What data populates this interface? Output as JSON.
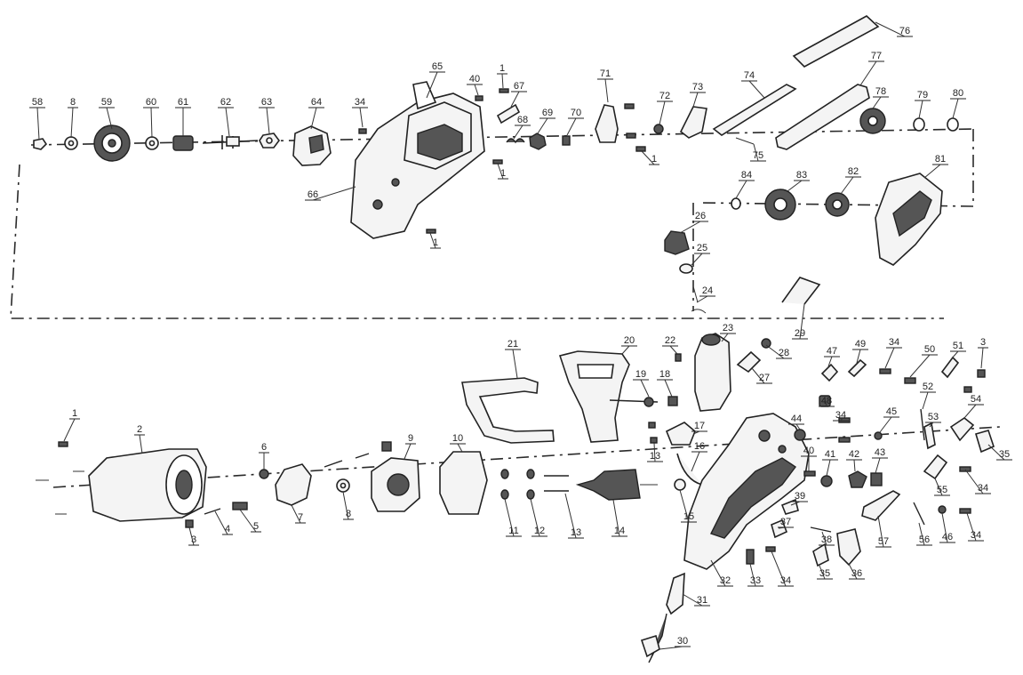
{
  "parts": [
    {
      "id": "p58",
      "label": "58"
    },
    {
      "id": "p8a",
      "label": "8"
    },
    {
      "id": "p59",
      "label": "59"
    },
    {
      "id": "p60",
      "label": "60"
    },
    {
      "id": "p61",
      "label": "61"
    },
    {
      "id": "p62",
      "label": "62"
    },
    {
      "id": "p63",
      "label": "63"
    },
    {
      "id": "p64",
      "label": "64"
    },
    {
      "id": "p34a",
      "label": "34"
    },
    {
      "id": "p65",
      "label": "65"
    },
    {
      "id": "p40",
      "label": "40"
    },
    {
      "id": "p1a",
      "label": "1"
    },
    {
      "id": "p67",
      "label": "67"
    },
    {
      "id": "p68",
      "label": "68"
    },
    {
      "id": "p69",
      "label": "69"
    },
    {
      "id": "p70",
      "label": "70"
    },
    {
      "id": "p71",
      "label": "71"
    },
    {
      "id": "p72",
      "label": "72"
    },
    {
      "id": "p73",
      "label": "73"
    },
    {
      "id": "p74",
      "label": "74"
    },
    {
      "id": "p75",
      "label": "75"
    },
    {
      "id": "p76",
      "label": "76"
    },
    {
      "id": "p77",
      "label": "77"
    },
    {
      "id": "p78",
      "label": "78"
    },
    {
      "id": "p79",
      "label": "79"
    },
    {
      "id": "p80",
      "label": "80"
    },
    {
      "id": "p1b",
      "label": "1"
    },
    {
      "id": "p1c",
      "label": "1"
    },
    {
      "id": "p66",
      "label": "66"
    },
    {
      "id": "p1d",
      "label": "1"
    },
    {
      "id": "p84",
      "label": "84"
    },
    {
      "id": "p83",
      "label": "83"
    },
    {
      "id": "p82",
      "label": "82"
    },
    {
      "id": "p81",
      "label": "81"
    },
    {
      "id": "p26",
      "label": "26"
    },
    {
      "id": "p25",
      "label": "25"
    },
    {
      "id": "p24",
      "label": "24"
    },
    {
      "id": "p29",
      "label": "29"
    },
    {
      "id": "p23",
      "label": "23"
    },
    {
      "id": "p22",
      "label": "22"
    },
    {
      "id": "p28",
      "label": "28"
    },
    {
      "id": "p27",
      "label": "27"
    },
    {
      "id": "p21",
      "label": "21"
    },
    {
      "id": "p20",
      "label": "20"
    },
    {
      "id": "p19",
      "label": "19"
    },
    {
      "id": "p18",
      "label": "18"
    },
    {
      "id": "p17",
      "label": "17"
    },
    {
      "id": "p16",
      "label": "16"
    },
    {
      "id": "p13",
      "label": "13"
    },
    {
      "id": "p47",
      "label": "47"
    },
    {
      "id": "p49",
      "label": "49"
    },
    {
      "id": "p34b",
      "label": "34"
    },
    {
      "id": "p50",
      "label": "50"
    },
    {
      "id": "p51",
      "label": "51"
    },
    {
      "id": "p3a",
      "label": "3"
    },
    {
      "id": "p52",
      "label": "52"
    },
    {
      "id": "p54",
      "label": "54"
    },
    {
      "id": "p48",
      "label": "48"
    },
    {
      "id": "p34c",
      "label": "34"
    },
    {
      "id": "p45",
      "label": "45"
    },
    {
      "id": "p53",
      "label": "53"
    },
    {
      "id": "p35a",
      "label": "35"
    },
    {
      "id": "p44",
      "label": "44"
    },
    {
      "id": "p40b",
      "label": "40"
    },
    {
      "id": "p41",
      "label": "41"
    },
    {
      "id": "p42",
      "label": "42"
    },
    {
      "id": "p43",
      "label": "43"
    },
    {
      "id": "p55",
      "label": "55"
    },
    {
      "id": "p34d",
      "label": "34"
    },
    {
      "id": "p1e",
      "label": "1"
    },
    {
      "id": "p2",
      "label": "2"
    },
    {
      "id": "p6",
      "label": "6"
    },
    {
      "id": "p9",
      "label": "9"
    },
    {
      "id": "p10",
      "label": "10"
    },
    {
      "id": "p3b",
      "label": "3"
    },
    {
      "id": "p4",
      "label": "4"
    },
    {
      "id": "p5",
      "label": "5"
    },
    {
      "id": "p7",
      "label": "7"
    },
    {
      "id": "p8b",
      "label": "8"
    },
    {
      "id": "p11",
      "label": "11"
    },
    {
      "id": "p12",
      "label": "12"
    },
    {
      "id": "p13b",
      "label": "13"
    },
    {
      "id": "p14",
      "label": "14"
    },
    {
      "id": "p15",
      "label": "15"
    },
    {
      "id": "p39",
      "label": "39"
    },
    {
      "id": "p37",
      "label": "37"
    },
    {
      "id": "p38",
      "label": "38"
    },
    {
      "id": "p57",
      "label": "57"
    },
    {
      "id": "p56",
      "label": "56"
    },
    {
      "id": "p46",
      "label": "46"
    },
    {
      "id": "p34e",
      "label": "34"
    },
    {
      "id": "p33",
      "label": "33"
    },
    {
      "id": "p34f",
      "label": "34"
    },
    {
      "id": "p35b",
      "label": "35"
    },
    {
      "id": "p36",
      "label": "36"
    },
    {
      "id": "p32",
      "label": "32"
    },
    {
      "id": "p31",
      "label": "31"
    },
    {
      "id": "p30",
      "label": "30"
    }
  ]
}
